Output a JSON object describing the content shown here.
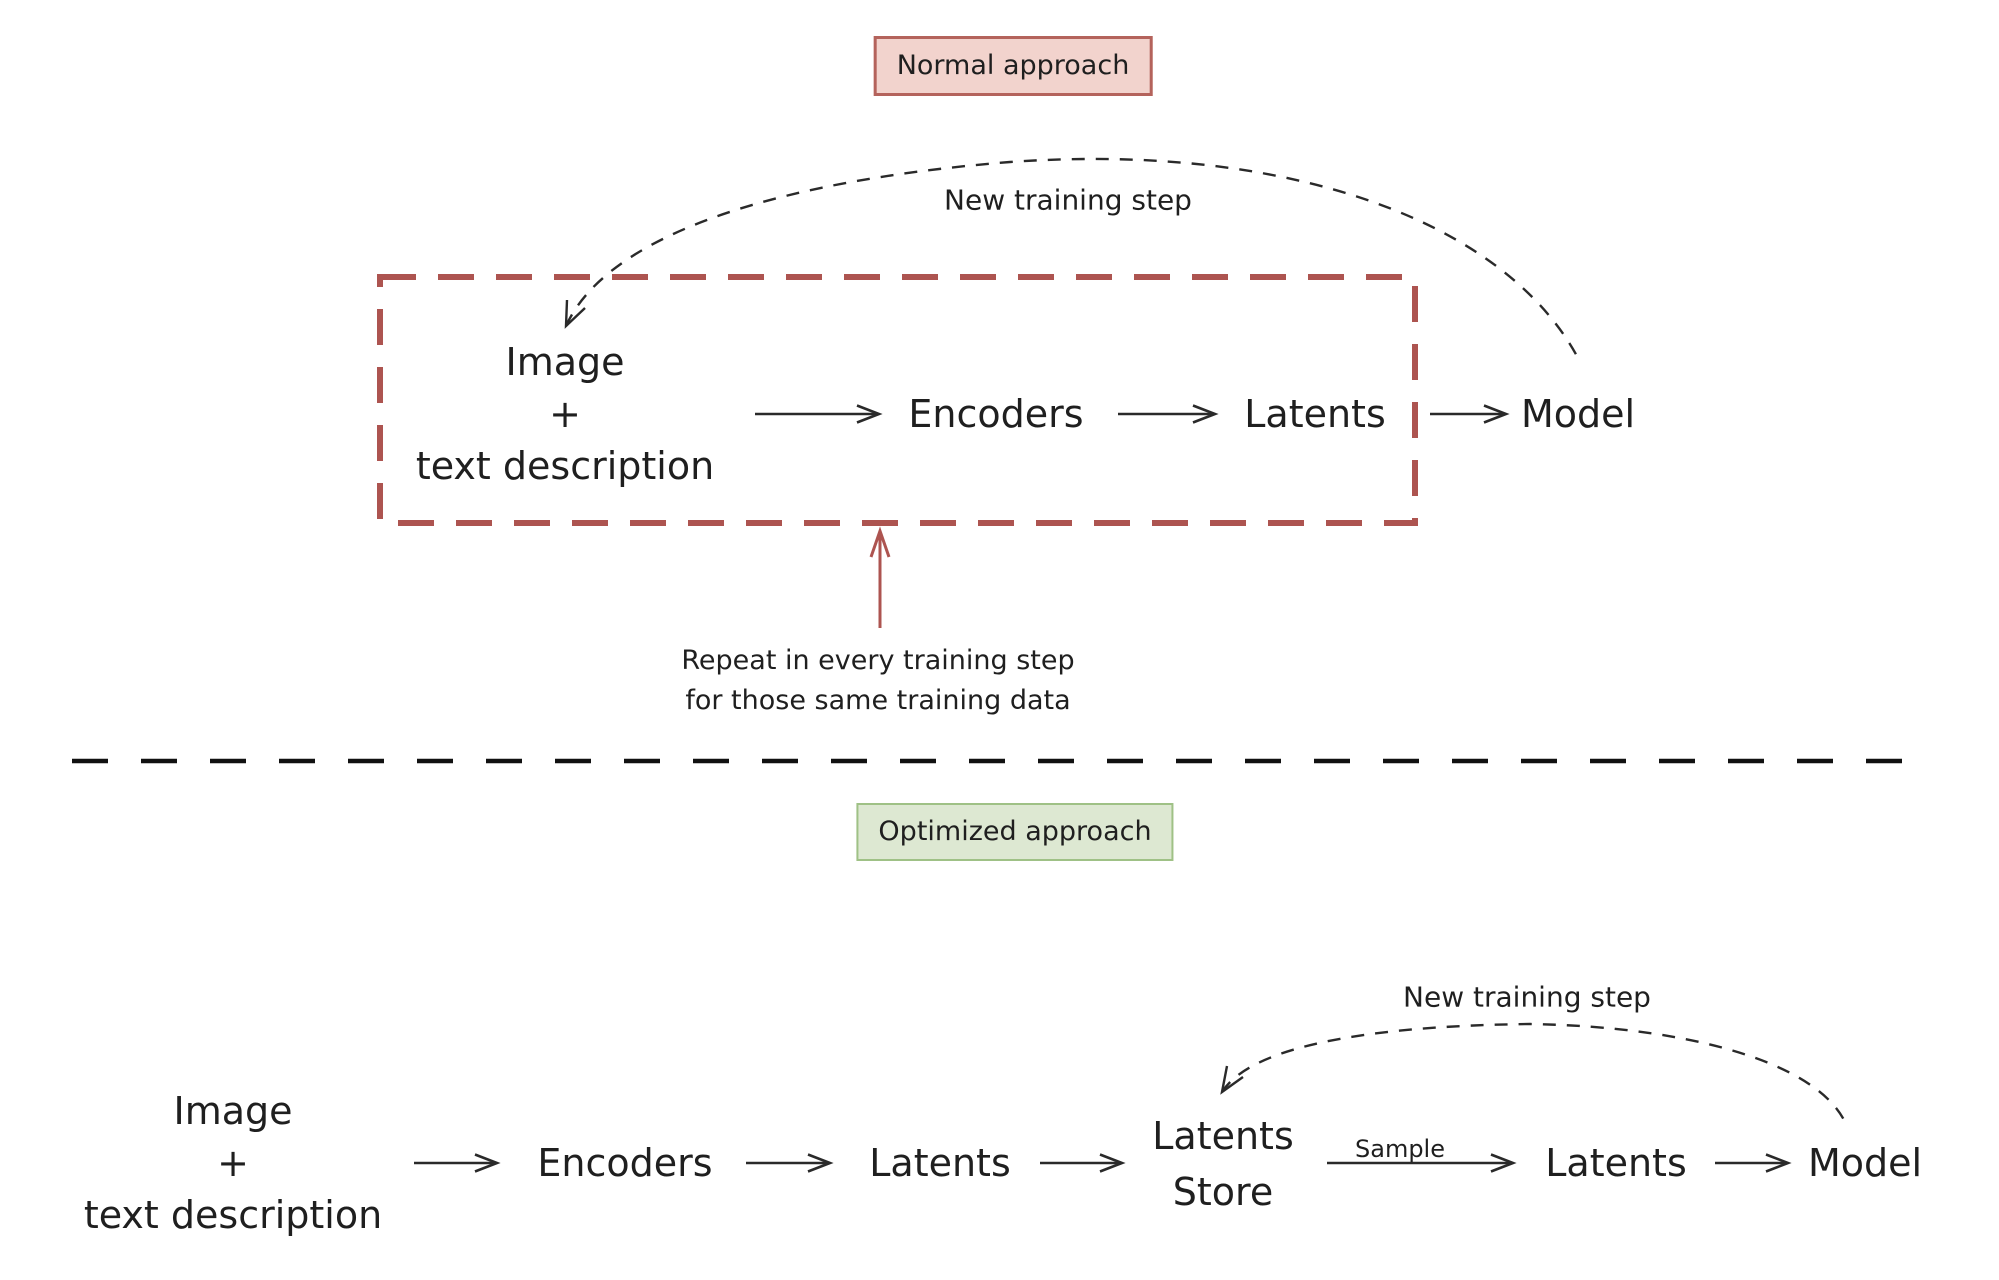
{
  "colors": {
    "ink": "#1f1f1f",
    "accent_red": "#ad5450",
    "badge_red_bg": "#f2d3cd",
    "badge_red_border": "#b4635c",
    "badge_green_bg": "#dde8d2",
    "badge_green_border": "#9fc186"
  },
  "normal": {
    "badge": "Normal approach",
    "loop_label": "New training step",
    "input": {
      "line1": "Image",
      "line2": "+",
      "line3": "text description"
    },
    "encoders": "Encoders",
    "latents": "Latents",
    "model": "Model",
    "repeat_line1": "Repeat in every training step",
    "repeat_line2": "for those same training data"
  },
  "optimized": {
    "badge": "Optimized approach",
    "loop_label": "New training step",
    "input": {
      "line1": "Image",
      "line2": "+",
      "line3": "text description"
    },
    "encoders": "Encoders",
    "latents1": "Latents",
    "store": {
      "line1": "Latents",
      "line2": "Store"
    },
    "sample_label": "Sample",
    "latents2": "Latents",
    "model": "Model"
  }
}
